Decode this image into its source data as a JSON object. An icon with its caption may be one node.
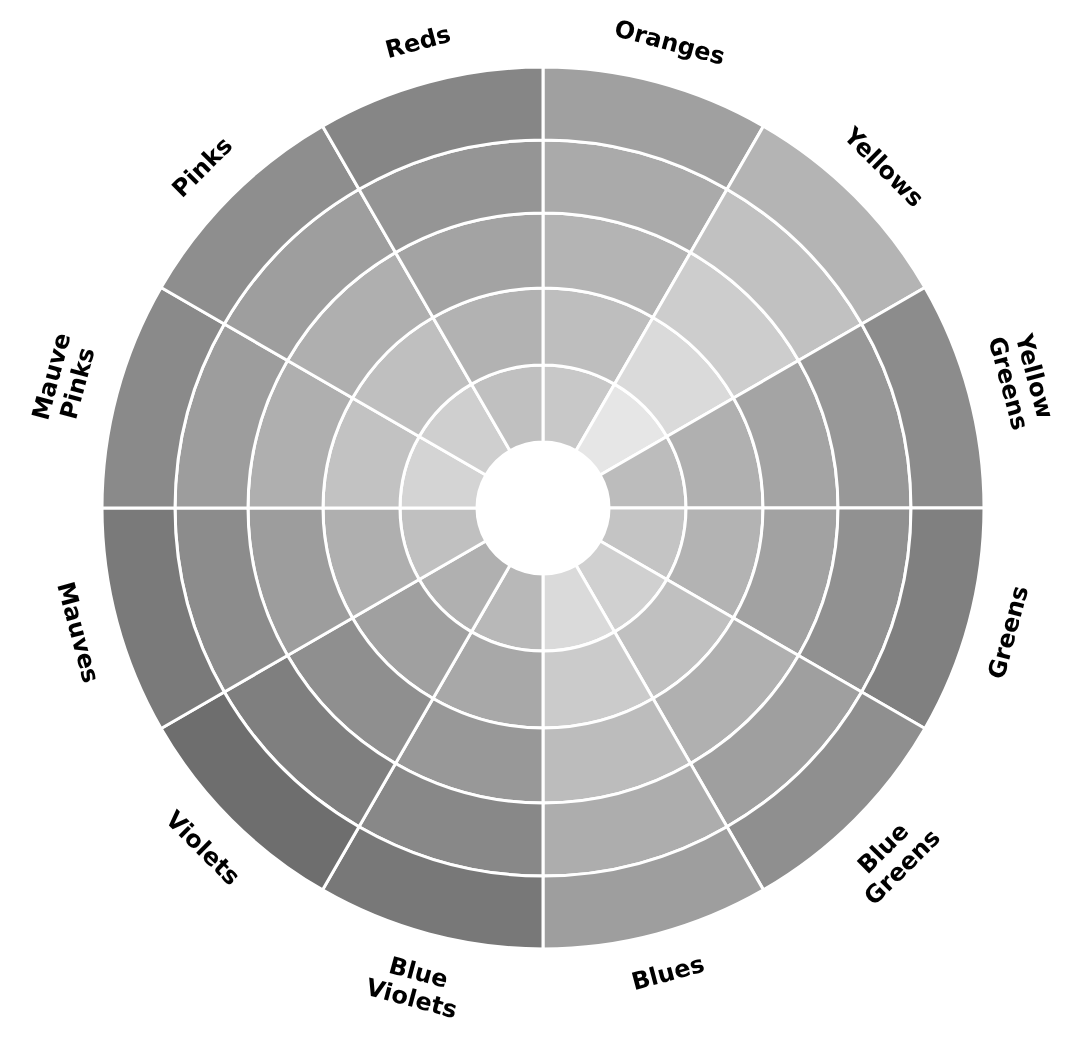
{
  "diagram": {
    "labels": [
      "Reds",
      "Oranges",
      "Pinks",
      "Yellows",
      "Mauve Pinks",
      "Yellow Greens",
      "Mauves",
      "Greens",
      "Violets",
      "Blue Greens",
      "Blue Violets",
      "Blues"
    ]
  }
}
